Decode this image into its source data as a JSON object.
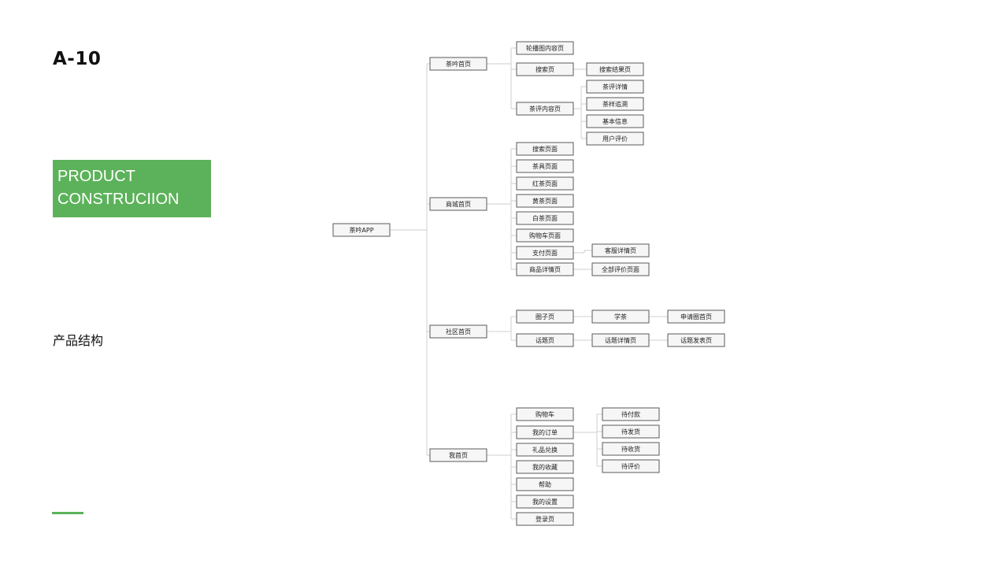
{
  "header": {
    "code": "A-10"
  },
  "badge": {
    "line1": "PRODUCT",
    "line2": "CONSTRUCIION"
  },
  "subtitle": "产品结构",
  "colors": {
    "accent": "#5cb25a",
    "node_border": "#5a5a5a",
    "connector": "#cfcfcf"
  },
  "tree": {
    "root": "茶吟APP",
    "branches": [
      {
        "label": "茶吟首页",
        "children": [
          {
            "label": "轮播图内容页"
          },
          {
            "label": "搜索页",
            "children": [
              {
                "label": "搜索结果页"
              }
            ]
          },
          {
            "label": "茶评内容页",
            "children": [
              {
                "label": "茶评详情"
              },
              {
                "label": "茶样追溯"
              },
              {
                "label": "基本信息"
              },
              {
                "label": "用户评价"
              }
            ]
          }
        ]
      },
      {
        "label": "商城首页",
        "children": [
          {
            "label": "搜索页面"
          },
          {
            "label": "茶具页面"
          },
          {
            "label": "红茶页面"
          },
          {
            "label": "黄茶页面"
          },
          {
            "label": "白茶页面"
          },
          {
            "label": "购物车页面"
          },
          {
            "label": "支付页面",
            "children": [
              {
                "label": "客服详情页"
              }
            ]
          },
          {
            "label": "商品详情页",
            "children": [
              {
                "label": "全部评价页面"
              }
            ]
          }
        ]
      },
      {
        "label": "社区首页",
        "children": [
          {
            "label": "圈子页",
            "children": [
              {
                "label": "学茶",
                "children": [
                  {
                    "label": "申请圈首页"
                  }
                ]
              }
            ]
          },
          {
            "label": "话题页",
            "children": [
              {
                "label": "话题详情页",
                "children": [
                  {
                    "label": "话题发表页"
                  }
                ]
              }
            ]
          }
        ]
      },
      {
        "label": "我首页",
        "children": [
          {
            "label": "购物车"
          },
          {
            "label": "我的订单",
            "children": [
              {
                "label": "待付款"
              },
              {
                "label": "待发货"
              },
              {
                "label": "待收货"
              },
              {
                "label": "待评价"
              }
            ]
          },
          {
            "label": "礼品兑换"
          },
          {
            "label": "我的收藏"
          },
          {
            "label": "帮助"
          },
          {
            "label": "我的设置"
          },
          {
            "label": "登录页"
          }
        ]
      }
    ]
  }
}
